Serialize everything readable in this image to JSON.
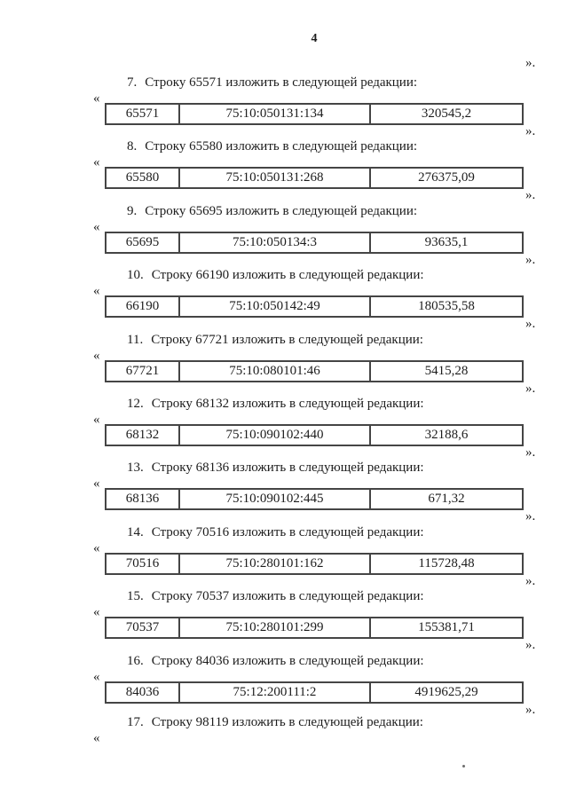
{
  "page": {
    "number": "4",
    "leading_close_mark": "».",
    "open_mark": "«",
    "close_mark": "»."
  },
  "table_columns": [
    "row_id",
    "cadastral_number",
    "value"
  ],
  "sections": [
    {
      "num": "7.",
      "text": "Строку 65571 изложить в следующей редакции:",
      "row": {
        "id": "65571",
        "cadastral": "75:10:050131:134",
        "value": "320545,2"
      }
    },
    {
      "num": "8.",
      "text": "Строку 65580 изложить в следующей редакции:",
      "row": {
        "id": "65580",
        "cadastral": "75:10:050131:268",
        "value": "276375,09"
      }
    },
    {
      "num": "9.",
      "text": "Строку 65695 изложить в следующей редакции:",
      "row": {
        "id": "65695",
        "cadastral": "75:10:050134:3",
        "value": "93635,1"
      }
    },
    {
      "num": "10.",
      "text": "Строку 66190 изложить в следующей редакции:",
      "row": {
        "id": "66190",
        "cadastral": "75:10:050142:49",
        "value": "180535,58"
      }
    },
    {
      "num": "11.",
      "text": "Строку 67721 изложить в следующей редакции:",
      "row": {
        "id": "67721",
        "cadastral": "75:10:080101:46",
        "value": "5415,28"
      }
    },
    {
      "num": "12.",
      "text": "Строку 68132 изложить в следующей редакции:",
      "row": {
        "id": "68132",
        "cadastral": "75:10:090102:440",
        "value": "32188,6"
      }
    },
    {
      "num": "13.",
      "text": "Строку 68136 изложить в следующей редакции:",
      "row": {
        "id": "68136",
        "cadastral": "75:10:090102:445",
        "value": "671,32"
      }
    },
    {
      "num": "14.",
      "text": "Строку 70516 изложить в следующей редакции:",
      "row": {
        "id": "70516",
        "cadastral": "75:10:280101:162",
        "value": "115728,48"
      }
    },
    {
      "num": "15.",
      "text": "Строку 70537 изложить в следующей редакции:",
      "row": {
        "id": "70537",
        "cadastral": "75:10:280101:299",
        "value": "155381,71"
      }
    },
    {
      "num": "16.",
      "text": "Строку 84036 изложить в следующей редакции:",
      "row": {
        "id": "84036",
        "cadastral": "75:12:200111:2",
        "value": "4919625,29"
      }
    },
    {
      "num": "17.",
      "text": "Строку 98119 изложить в следующей редакции:",
      "row": null
    }
  ]
}
